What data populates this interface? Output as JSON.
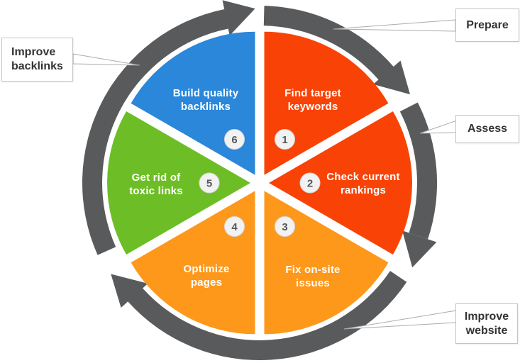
{
  "diagram": {
    "type": "cycle",
    "segments": [
      {
        "number": "1",
        "lines": [
          "Find target",
          "keywords"
        ],
        "color": "#f94306"
      },
      {
        "number": "2",
        "lines": [
          "Check current",
          "rankings"
        ],
        "color": "#f94306"
      },
      {
        "number": "3",
        "lines": [
          "Fix on-site",
          "issues"
        ],
        "color": "#fe981b"
      },
      {
        "number": "4",
        "lines": [
          "Optimize",
          "pages"
        ],
        "color": "#fe981b"
      },
      {
        "number": "5",
        "lines": [
          "Get rid of",
          "toxic links"
        ],
        "color": "#6dbe26"
      },
      {
        "number": "6",
        "lines": [
          "Build quality",
          "backlinks"
        ],
        "color": "#2b87da"
      }
    ],
    "callouts": [
      {
        "id": "prepare",
        "label": "Prepare"
      },
      {
        "id": "assess",
        "label": "Assess"
      },
      {
        "id": "improve-website",
        "label": "Improve\nwebsite"
      },
      {
        "id": "improve-backlinks",
        "label": "Improve\nbacklinks"
      }
    ],
    "colors": {
      "background": "#ffffff",
      "arrow": "#595a5c",
      "segment_text": "#ffffff",
      "number_text": "#56575b",
      "badge_fill": "#f2f2f2",
      "badge_border": "#d8d8d8",
      "callout_bg": "#ffffff",
      "callout_border": "#c4c4c4",
      "callout_text": "#333333",
      "pointer_outline": "#ababab"
    }
  }
}
